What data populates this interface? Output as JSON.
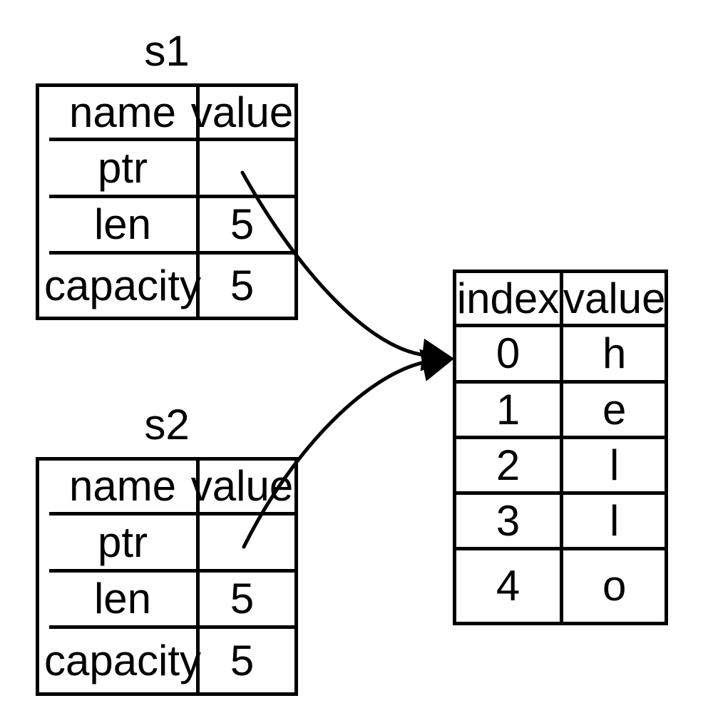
{
  "colors": {
    "background": "#ffffff",
    "stroke": "#000000"
  },
  "s1": {
    "title": "s1",
    "headers": {
      "name": "name",
      "value": "value"
    },
    "rows": [
      {
        "name": "ptr",
        "value": ""
      },
      {
        "name": "len",
        "value": "5"
      },
      {
        "name": "capacity",
        "value": "5"
      }
    ]
  },
  "s2": {
    "title": "s2",
    "headers": {
      "name": "name",
      "value": "value"
    },
    "rows": [
      {
        "name": "ptr",
        "value": ""
      },
      {
        "name": "len",
        "value": "5"
      },
      {
        "name": "capacity",
        "value": "5"
      }
    ]
  },
  "heap": {
    "headers": {
      "index": "index",
      "value": "value"
    },
    "rows": [
      {
        "index": "0",
        "value": "h"
      },
      {
        "index": "1",
        "value": "e"
      },
      {
        "index": "2",
        "value": "l"
      },
      {
        "index": "3",
        "value": "l"
      },
      {
        "index": "4",
        "value": "o"
      }
    ]
  },
  "arrows": [
    {
      "from": "s1.ptr",
      "to": "heap.row0"
    },
    {
      "from": "s2.ptr",
      "to": "heap.row0"
    }
  ]
}
